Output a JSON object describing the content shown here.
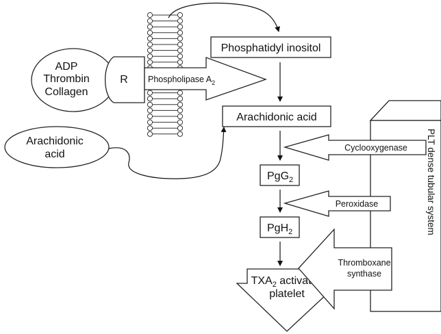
{
  "agonist": {
    "line1": "ADP",
    "line2": "Thrombin",
    "line3": "Collagen"
  },
  "receptor": "R",
  "enzymes": {
    "phospholipase": "Phospholipase A",
    "phospholipase_sub": "2",
    "cyclooxygenase": "Cyclooxygenase",
    "peroxidase": "Peroxidase",
    "thromboxane_line1": "Thromboxane",
    "thromboxane_line2": "synthase"
  },
  "molecules": {
    "phosphatidyl_inositol": "Phosphatidyl inositol",
    "arachidonic_acid": "Arachidonic acid",
    "pgg_base": "PgG",
    "pgg_sub": "2",
    "pgh_base": "PgH",
    "pgh_sub": "2"
  },
  "exogenous": {
    "line1": "Arachidonic",
    "line2": "acid"
  },
  "outcome": {
    "line1_pre": "TXA",
    "line1_sub": "2",
    "line1_post": " activates",
    "line2": "platelet"
  },
  "side_panel": "PLT  dense tubular system"
}
